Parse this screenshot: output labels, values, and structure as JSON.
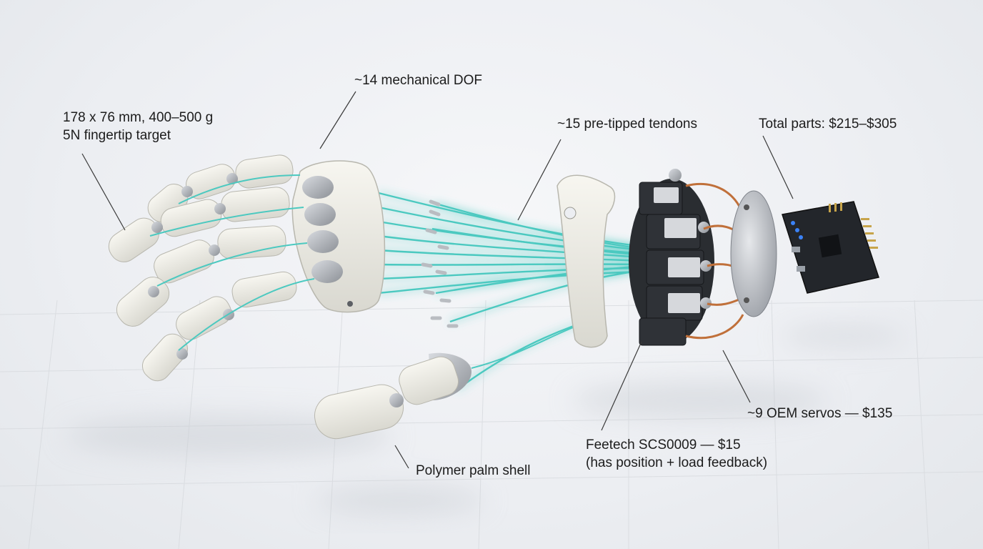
{
  "callouts": {
    "size": {
      "line1": "178 x 76 mm, 400–500 g",
      "line2": "5N fingertip target"
    },
    "dof": {
      "text": "~14 mechanical DOF"
    },
    "tendons": {
      "text": "~15 pre-tipped tendons"
    },
    "total": {
      "text": "Total parts: $215–$305"
    },
    "servos": {
      "text": "~9 OEM servos — $135"
    },
    "feetech": {
      "line1": "Feetech SCS0009 — $15",
      "line2": "(has position + load feedback)"
    },
    "palm": {
      "text": "Polymer palm shell"
    }
  },
  "colors": {
    "tendon": "#4cc9c0",
    "shell": "#ecebe4",
    "metal": "#a9adb3",
    "servo_body": "#2a2d31",
    "copper": "#c0703a",
    "pcb": "#23262b",
    "led": "#3b82f6",
    "leader": "#3a3a3a"
  },
  "icons": [
    "finger-segment-icon",
    "servo-icon",
    "pcb-board-icon",
    "mounting-disc-icon",
    "wrist-bracket-icon"
  ]
}
